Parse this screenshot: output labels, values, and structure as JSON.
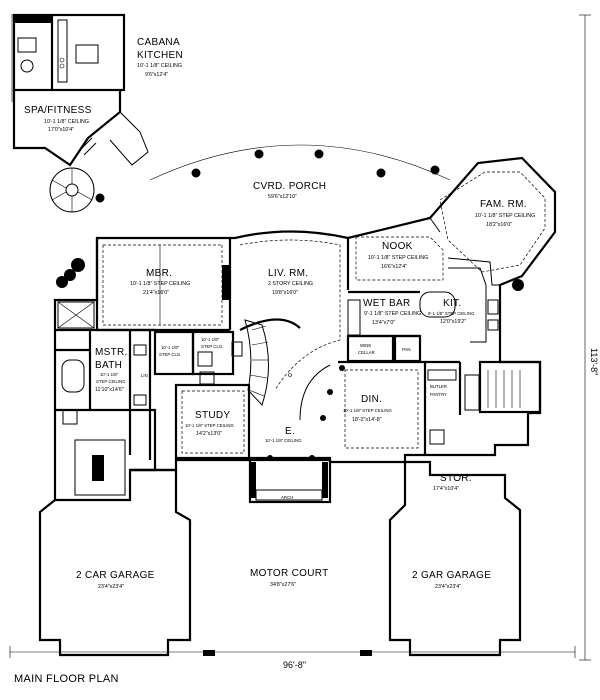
{
  "title": "MAIN FLOOR PLAN",
  "dimensions": {
    "width": "96'-8\"",
    "depth": "113'-8\""
  },
  "rooms": {
    "cabana": {
      "name1": "CABANA",
      "name2": "KITCHEN",
      "note": "10'-1 1/8\" CEILING",
      "size": "9'6\"x12'4\""
    },
    "spa": {
      "name": "SPA/FITNESS",
      "note": "10'-1 1/8\" CEILING",
      "size": "17'0\"x10'4\""
    },
    "porch": {
      "name": "CVRD. PORCH",
      "size": "59'6\"x12'10\""
    },
    "famrm": {
      "name": "FAM. RM.",
      "note": "10'-1 1/8\" STEP CEILING",
      "size": "18'2\"x16'0\""
    },
    "nook": {
      "name": "NOOK",
      "note": "10'-1 1/8\" STEP CEILING",
      "size": "16'6\"x12'4\""
    },
    "mbr": {
      "name": "MBR.",
      "note": "10'-1 1/8\" STEP CEILING",
      "size": "21'4\"x16'0\""
    },
    "livrm": {
      "name": "LIV. RM.",
      "note": "2 STORY CEILING",
      "size": "19'8\"x16'0\""
    },
    "wetbar": {
      "name": "WET BAR",
      "note": "9'-1 1/8\" STEP CEILING",
      "size": "13'4\"x7'0\""
    },
    "kit": {
      "name": "KIT.",
      "note": "9'-1 1/8\" STEP CEILING",
      "size": "12'0\"x19'2\""
    },
    "winecellar": {
      "name1": "WINE",
      "name2": "CELLAR"
    },
    "pan": {
      "name": "PAN."
    },
    "mstrbath": {
      "name1": "MSTR.",
      "name2": "BATH",
      "note1": "10'-1 1/8\"",
      "note2": "STEP CEILING",
      "size": "11'10\"x14'6\""
    },
    "closet": {
      "note1": "10'-1 1/8\"",
      "note2": "STEP CLG."
    },
    "wic": {
      "note1": "10'-1 1/8\"",
      "note2": "STEP CLG."
    },
    "lin": {
      "name": "LIN"
    },
    "study": {
      "name": "STUDY",
      "note": "10'-1 1/8\" STEP CEILING",
      "size": "14'2\"x13'0\""
    },
    "din": {
      "name": "DIN.",
      "note": "10'-1 1/8\" STEP CEILING",
      "size": "18'-2\"x14'-8\""
    },
    "butler": {
      "name1": "BUTLER",
      "name2": "PANTRY"
    },
    "entry": {
      "name": "E.",
      "note": "10'-1 1/8\" CEILING"
    },
    "arch": {
      "name": "ARCH"
    },
    "stor": {
      "name": "STOR.",
      "size": "17'4\"x10'4\""
    },
    "garage1": {
      "name": "2 CAR GARAGE",
      "size": "23'4\"x23'4\""
    },
    "motorcourt": {
      "name": "MOTOR COURT",
      "size": "34'8\"x27'6\""
    },
    "garage2": {
      "name": "2 GAR GARAGE",
      "size": "23'4\"x23'4\""
    }
  }
}
